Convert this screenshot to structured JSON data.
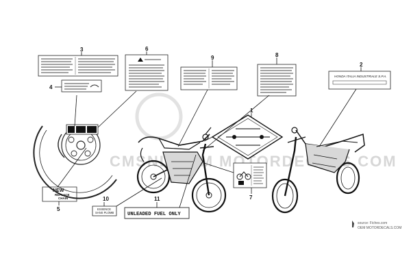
{
  "callouts": [
    "1",
    "2",
    "3",
    "4",
    "5",
    "6",
    "7",
    "8",
    "9",
    "10",
    "11"
  ],
  "labels": {
    "manufacturer_plate": "HONDA ITALIA INDUSTRIALE S.P.A.",
    "chain_new": "NEW",
    "chain_replace": "REPLACE",
    "chain_chain": "CHAIN",
    "essence_line1": "ESSENCE",
    "essence_line2": "SANS PLOMB",
    "unleaded": "UNLEADED FUEL ONLY"
  },
  "watermark": "CMSNL OEM MOTORDECALS.COM",
  "source": {
    "line1": "source: Fiches.com",
    "line2": "OEM MOTORDECALS.COM"
  },
  "icons": [
    "warning-triangle-icon",
    "motorcycle-icon"
  ]
}
